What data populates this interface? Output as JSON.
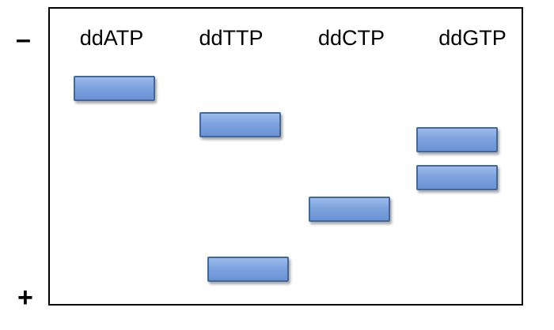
{
  "poles": {
    "negative": "–",
    "positive": "+"
  },
  "lanes": [
    {
      "label": "ddATP"
    },
    {
      "label": "ddTTP"
    },
    {
      "label": "ddCTP"
    },
    {
      "label": "ddGTP"
    }
  ],
  "colors": {
    "band_fill": "#7ea3df",
    "band_border": "#41689e",
    "frame": "#000000"
  }
}
